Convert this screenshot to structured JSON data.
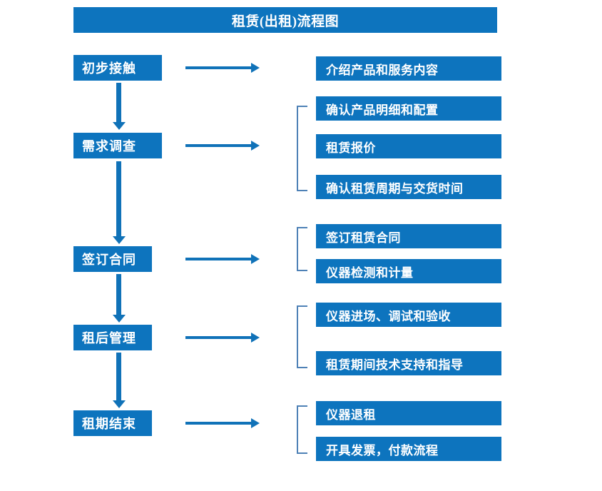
{
  "title": "租赁(出租)流程图",
  "theme": {
    "box_blue": "#0D74BE",
    "arrow_blue": "#1072B8",
    "bracket_blue": "#4E81B6",
    "text_white": "#FFFFFF",
    "background": "#FFFFFF"
  },
  "stages": [
    {
      "id": "initial-contact",
      "label": "初步接触"
    },
    {
      "id": "needs-survey",
      "label": "需求调查"
    },
    {
      "id": "sign-contract",
      "label": "签订合同"
    },
    {
      "id": "post-rent-mgmt",
      "label": "租后管理"
    },
    {
      "id": "lease-end",
      "label": "租期结束"
    }
  ],
  "groups": [
    {
      "id": "group-initial-contact",
      "stage": "初步接触",
      "bracketed": false,
      "details": [
        "介绍产品和服务内容"
      ]
    },
    {
      "id": "group-needs-survey",
      "stage": "需求调查",
      "bracketed": true,
      "details": [
        "确认产品明细和配置",
        "租赁报价",
        "确认租赁周期与交货时间"
      ]
    },
    {
      "id": "group-sign-contract",
      "stage": "签订合同",
      "bracketed": true,
      "details": [
        "签订租赁合同",
        "仪器检测和计量"
      ]
    },
    {
      "id": "group-post-rent-mgmt",
      "stage": "租后管理",
      "bracketed": true,
      "details": [
        "仪器进场、调试和验收",
        "租赁期间技术支持和指导"
      ]
    },
    {
      "id": "group-lease-end",
      "stage": "租期结束",
      "bracketed": true,
      "details": [
        "仪器退租",
        "开具发票，付款流程"
      ]
    }
  ],
  "connectors": {
    "horizontal_arrow_icon": "arrow-right-icon",
    "vertical_arrow_icon": "arrow-down-icon",
    "bracket_icon": "group-bracket-icon"
  }
}
